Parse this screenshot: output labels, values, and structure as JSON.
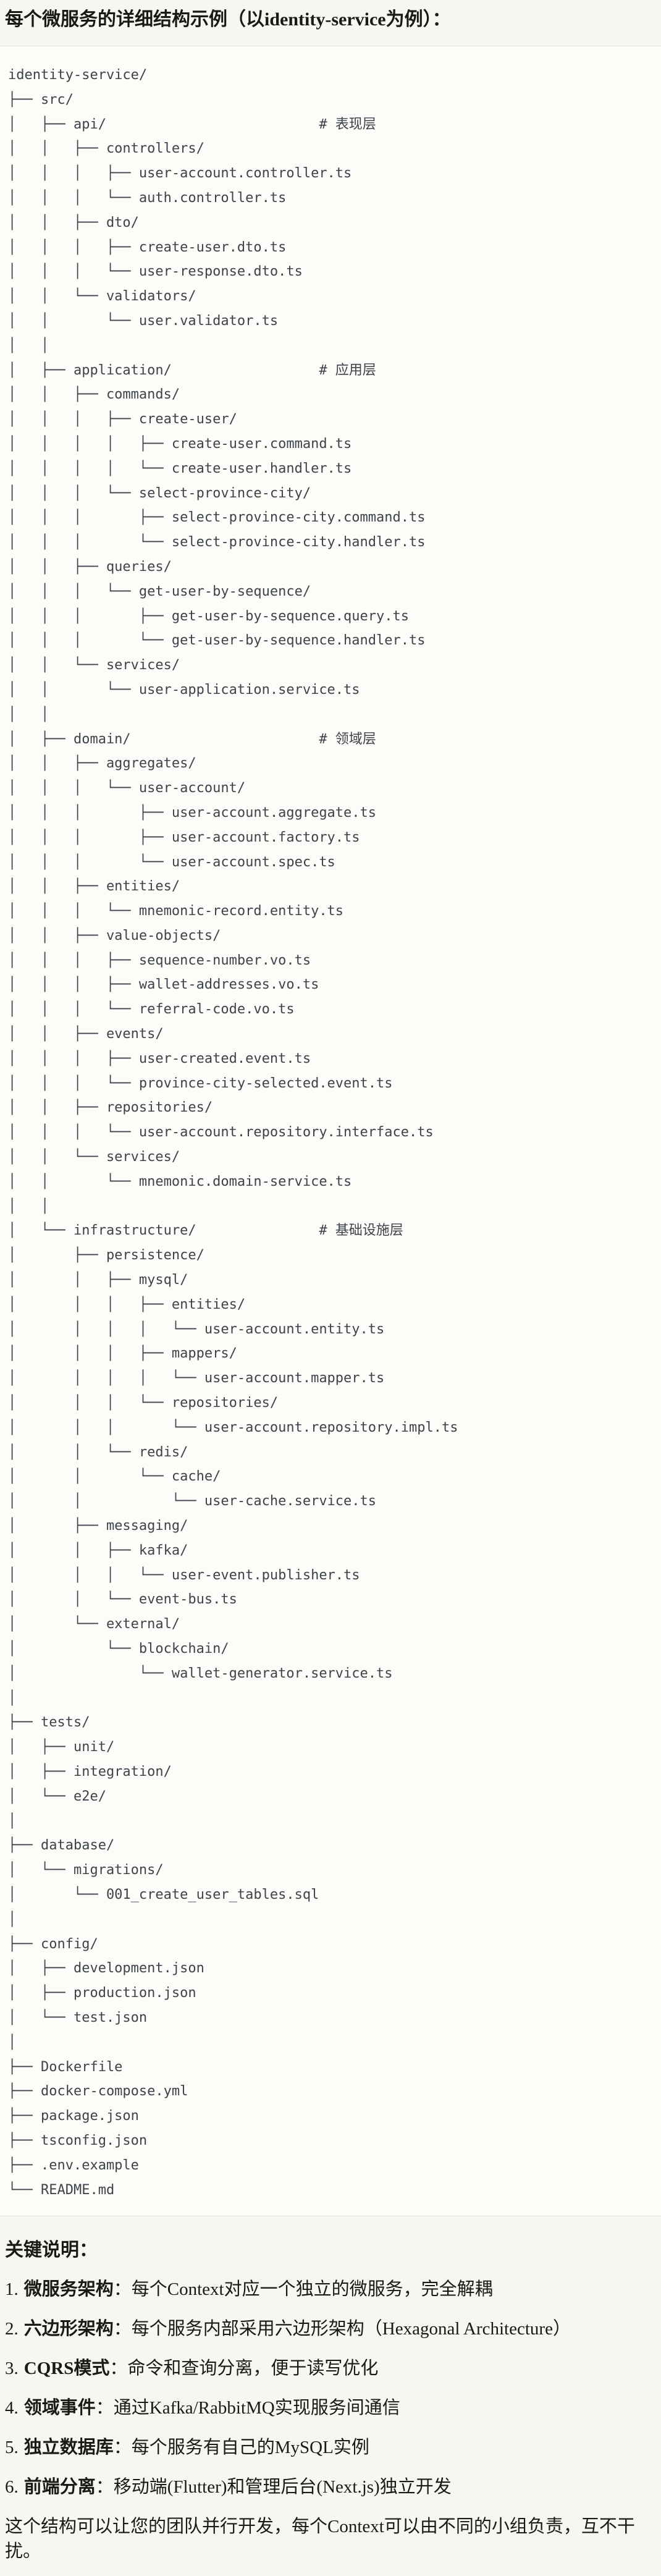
{
  "page": {
    "title": "每个微服务的详细结构示例（以identity-service为例）："
  },
  "colors": {
    "page_background": "#F7F6F0",
    "code_background": "#FCFCF9",
    "code_border": "#E6E4DC",
    "code_text": "#3E434B",
    "body_text": "#1A1915"
  },
  "code_block": {
    "lines": [
      "identity-service/",
      "├── src/",
      "│   ├── api/                          # 表现层",
      "│   │   ├── controllers/",
      "│   │   │   ├── user-account.controller.ts",
      "│   │   │   └── auth.controller.ts",
      "│   │   ├── dto/",
      "│   │   │   ├── create-user.dto.ts",
      "│   │   │   └── user-response.dto.ts",
      "│   │   └── validators/",
      "│   │       └── user.validator.ts",
      "│   │",
      "│   ├── application/                  # 应用层",
      "│   │   ├── commands/",
      "│   │   │   ├── create-user/",
      "│   │   │   │   ├── create-user.command.ts",
      "│   │   │   │   └── create-user.handler.ts",
      "│   │   │   └── select-province-city/",
      "│   │   │       ├── select-province-city.command.ts",
      "│   │   │       └── select-province-city.handler.ts",
      "│   │   ├── queries/",
      "│   │   │   └── get-user-by-sequence/",
      "│   │   │       ├── get-user-by-sequence.query.ts",
      "│   │   │       └── get-user-by-sequence.handler.ts",
      "│   │   └── services/",
      "│   │       └── user-application.service.ts",
      "│   │",
      "│   ├── domain/                       # 领域层",
      "│   │   ├── aggregates/",
      "│   │   │   └── user-account/",
      "│   │   │       ├── user-account.aggregate.ts",
      "│   │   │       ├── user-account.factory.ts",
      "│   │   │       └── user-account.spec.ts",
      "│   │   ├── entities/",
      "│   │   │   └── mnemonic-record.entity.ts",
      "│   │   ├── value-objects/",
      "│   │   │   ├── sequence-number.vo.ts",
      "│   │   │   ├── wallet-addresses.vo.ts",
      "│   │   │   └── referral-code.vo.ts",
      "│   │   ├── events/",
      "│   │   │   ├── user-created.event.ts",
      "│   │   │   └── province-city-selected.event.ts",
      "│   │   ├── repositories/",
      "│   │   │   └── user-account.repository.interface.ts",
      "│   │   └── services/",
      "│   │       └── mnemonic.domain-service.ts",
      "│   │",
      "│   └── infrastructure/               # 基础设施层",
      "│       ├── persistence/",
      "│       │   ├── mysql/",
      "│       │   │   ├── entities/",
      "│       │   │   │   └── user-account.entity.ts",
      "│       │   │   ├── mappers/",
      "│       │   │   │   └── user-account.mapper.ts",
      "│       │   │   └── repositories/",
      "│       │   │       └── user-account.repository.impl.ts",
      "│       │   └── redis/",
      "│       │       └── cache/",
      "│       │           └── user-cache.service.ts",
      "│       ├── messaging/",
      "│       │   ├── kafka/",
      "│       │   │   └── user-event.publisher.ts",
      "│       │   └── event-bus.ts",
      "│       └── external/",
      "│           └── blockchain/",
      "│               └── wallet-generator.service.ts",
      "│",
      "├── tests/",
      "│   ├── unit/",
      "│   ├── integration/",
      "│   └── e2e/",
      "│",
      "├── database/",
      "│   └── migrations/",
      "│       └── 001_create_user_tables.sql",
      "│",
      "├── config/",
      "│   ├── development.json",
      "│   ├── production.json",
      "│   └── test.json",
      "│",
      "├── Dockerfile",
      "├── docker-compose.yml",
      "├── package.json",
      "├── tsconfig.json",
      "├── .env.example",
      "└── README.md"
    ]
  },
  "notes": {
    "heading": "关键说明：",
    "items": [
      {
        "num": "1.",
        "term": "微服务架构",
        "desc": "：每个Context对应一个独立的微服务，完全解耦"
      },
      {
        "num": "2.",
        "term": "六边形架构",
        "desc": "：每个服务内部采用六边形架构（Hexagonal Architecture）"
      },
      {
        "num": "3.",
        "term": "CQRS模式",
        "desc": "：命令和查询分离，便于读写优化"
      },
      {
        "num": "4.",
        "term": "领域事件",
        "desc": "：通过Kafka/RabbitMQ实现服务间通信"
      },
      {
        "num": "5.",
        "term": "独立数据库",
        "desc": "：每个服务有自己的MySQL实例"
      },
      {
        "num": "6.",
        "term": "前端分离",
        "desc": "：移动端(Flutter)和管理后台(Next.js)独立开发"
      }
    ],
    "footer": "这个结构可以让您的团队并行开发，每个Context可以由不同的小组负责，互不干扰。"
  }
}
